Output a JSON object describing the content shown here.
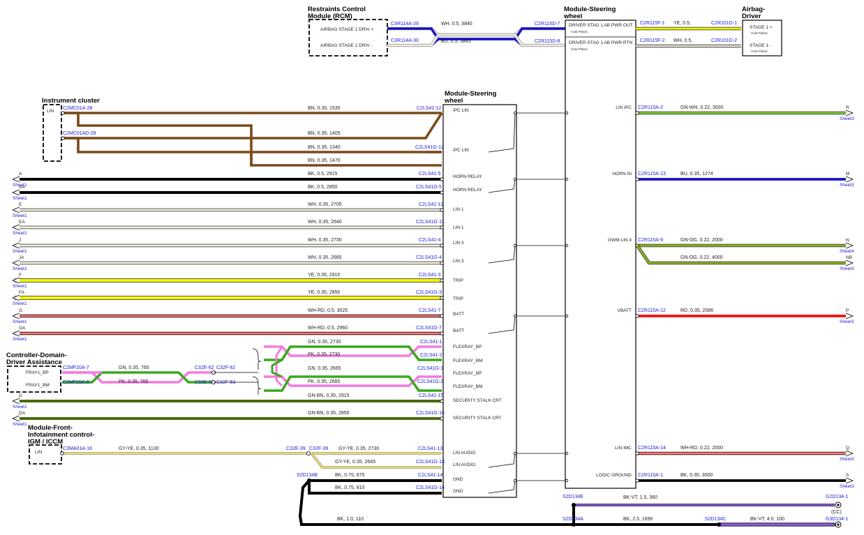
{
  "modules": {
    "rcm": {
      "title": [
        "Restraints Control",
        "Module (RCM)"
      ],
      "pins": [
        "AIRBAG STAGE 1 DRIV +",
        "AIRBAG STAGE 1 DRIV -"
      ]
    },
    "msw_top": {
      "title": [
        "Module-Steering",
        "wheel"
      ],
      "pins": [
        "DRIVER STAG 1 AB PWR OUT",
        "DRIVER STAG 1 AB PWR RTN"
      ],
      "plated": "Gold Plated"
    },
    "airbag": {
      "title": [
        "Airbag-",
        "Driver"
      ],
      "pins": [
        "STAGE 1 +",
        "STAGE 1 -"
      ],
      "plated": "Gold Plated"
    },
    "ipc": {
      "title": "Instrument cluster",
      "pin": "LIN"
    },
    "msw_main": {
      "title": [
        "Module-Steering",
        "wheel"
      ]
    },
    "cdda": {
      "title": [
        "Controller-Domain-",
        "Driver Assistance"
      ],
      "pins": [
        "FRAY1_BP",
        "FRAY1_BM"
      ]
    },
    "igm": {
      "title": [
        "Module-Front-",
        "Infotainment control-",
        "IGM / ICCM"
      ],
      "pin": "LIN"
    }
  },
  "top_wires": [
    {
      "from": "C3R114A-29",
      "to": "C2R115D-7",
      "label": "WH,  0.5,  3845",
      "color": "#f4f0e2"
    },
    {
      "from": "C3R114A-30",
      "to": "C2R115D-8",
      "label": "BU,  0.5,  3845",
      "color": "#1515c8"
    }
  ],
  "airbag_wires": [
    {
      "from": "C2R115F-1",
      "to": "C2R101D-1",
      "label": "YE,  0.5,",
      "color": "#f5f500"
    },
    {
      "from": "C2R115F-2",
      "to": "C2R101D-2",
      "label": "WH,  0.5,",
      "color": "#f4f0e2"
    }
  ],
  "ipc_wires": {
    "pins": [
      "C2MC01A-28",
      "C2MC01AD-28"
    ],
    "labels": [
      "BN,  0.35,  1535",
      "BN,  0.35,  1405",
      "BN,  0.35,  1340",
      "BN,  0.35,  1470"
    ],
    "ends": [
      "C2LS41-12",
      "C2LS41G-12"
    ],
    "color": "#7a4a1a"
  },
  "left_wires": [
    {
      "letter": "A",
      "label": "BK,  0.5,  2915",
      "end": "C2LS41-5",
      "color": "#000000",
      "w": 4
    },
    {
      "letter": "AA",
      "label": "BK,  0.5,  2850",
      "end": "C2LS41G-5",
      "color": "#000000",
      "w": 4
    },
    {
      "letter": "E",
      "label": "WH,  0.35,  2705",
      "end": "C2LS41-11",
      "color": "#f4f0e2",
      "w": 3
    },
    {
      "letter": "EA",
      "label": "WH,  0.35,  2640",
      "end": "C2LS41G-11",
      "color": "#f9f7e6",
      "w": 3
    },
    {
      "letter": "J",
      "label": "WH,  0.35,  2730",
      "end": "C2LS41-4",
      "color": "#f4f0e2",
      "w": 3
    },
    {
      "letter": "JA",
      "label": "WH,  0.35,  2665",
      "end": "C2LS41G-4",
      "color": "#f4f0e2",
      "w": 3
    },
    {
      "letter": "F",
      "label": "YE,  0.35,  2915",
      "end": "C2LS41-3",
      "color": "#f5f500",
      "w": 4
    },
    {
      "letter": "FA",
      "label": "YE,  0.35,  2850",
      "end": "C2LS41G-3",
      "color": "#f5f500",
      "w": 4
    },
    {
      "letter": "G",
      "label": "WH-RD,  0.5,  3025",
      "end": "C2LS41-7",
      "color": "#d81010",
      "w": 3
    },
    {
      "letter": "GA",
      "label": "WH-RD,  0.5,  2960",
      "end": "C2LS41G-7",
      "color": "#d81010",
      "w": 3
    },
    {
      "letter": "D",
      "label": "GN-BN,  0.35,  2915",
      "end": "C2LS41-15",
      "color": "#4a6a10",
      "w": 4
    },
    {
      "letter": "DA",
      "label": "GN-BN,  0.35,  2850",
      "end": "C2LS41G-15",
      "color": "#4a6a10",
      "w": 4
    }
  ],
  "sheet_label": "Sheet1",
  "flex_wires": {
    "labels": [
      "GN,  0.35,  2730",
      "PK,  0.35,  2730",
      "GN,  0.35,  2665",
      "PK,  0.35,  2665"
    ],
    "ends": [
      "C2LS41-1",
      "C2LS41-2",
      "C2LS41G-1",
      "C2LS41G-2"
    ],
    "cdda_pins": [
      "C2MF20A-7",
      "C2MF20A-8"
    ],
    "cdda_labels": [
      "GN,  0.35,  765",
      "PK,  0.35,  765"
    ],
    "splices": [
      "C32E-62",
      "C32F-62",
      "C32E-63",
      "C32F-63"
    ]
  },
  "msw_signals": [
    "IPC LIN",
    "IPC LIN",
    "HORN RELAY",
    "HORN RELAY",
    "LIN 1",
    "LIN 1",
    "LIN 3",
    "LIN 3",
    "TRIP",
    "TRIP",
    "BATT",
    "BATT",
    "FLEXRAY_BP",
    "FLEXRAY_BM",
    "FLEXRAY_BP",
    "FLEXRAY_BM",
    "SECURITY STALK CRT",
    "SECURITY STALK CRT",
    "LIN AUDIO",
    "LIN AUDIO",
    "GND",
    "GND"
  ],
  "audio_wires": {
    "pin": "C3MA01A-18",
    "label": "GY-YE,  0.35,  1130",
    "splices": [
      "C32E-39",
      "C32F-39"
    ],
    "labels": [
      "GY-YE,  0.35,  2730",
      "GY-YE,  0.35,  2665"
    ],
    "ends": [
      "C2LS41-13",
      "C2LS41G-13"
    ]
  },
  "gnd_wires": {
    "splice": "S2D134B",
    "labels": [
      "BK,  0.75,  875",
      "BK,  0.75,  810"
    ],
    "ends": [
      "C2LS41-14",
      "C2LS41G-14"
    ]
  },
  "right_wires": [
    {
      "signal": "LIN IPC",
      "pin": "C2R115A-2",
      "label": "GN-WH,  0.22,  3000",
      "letter": "R",
      "sheet": "Sheet3",
      "color": "#7ac83a"
    },
    {
      "signal": "HORN IN",
      "pin": "C2R115A-13",
      "label": "BU,  0.35,  1274",
      "letter": "M",
      "sheet": "Sheet3",
      "color": "#1515c8"
    },
    {
      "signal": "GWM LIN 4",
      "pin": "C2R115A-9",
      "label": "GN-OG,  0.22,  2000",
      "letter": "N",
      "sheet": "Sheet4",
      "color": "#8ab020"
    },
    {
      "signal": "",
      "pin": "",
      "label": "GN-OG,  0.22,  4000",
      "letter": "NB",
      "sheet": "Sheet3",
      "color": "#8ab020"
    },
    {
      "signal": "VBATT",
      "pin": "C2R115A-12",
      "label": "RD,  0.35,  2086",
      "letter": "P",
      "sheet": "Sheet3",
      "color": "#ee1111"
    },
    {
      "signal": "LIN IMC",
      "pin": "C2R115A-14",
      "label": "WH-RD,  0.22,  2000",
      "letter": "Q",
      "sheet": "Sheet3",
      "color": "#d81010"
    },
    {
      "signal": "LOGIC GROUND",
      "pin": "C2R115A-1",
      "label": "BK,  0.35,  3000",
      "letter": "S",
      "sheet": "Sheet3",
      "color": "#000000"
    }
  ],
  "bottom": {
    "s2d134e": "S2D134E",
    "label1": "BK-VT,  1.5,  360",
    "g1": "G2D134-1",
    "g1_tag": "(CC)",
    "label_left": "BK,  1.0,  110",
    "s2d134a": "S2D134A",
    "label2": "BK,  2.5,  1690",
    "s2d134c": "S2D134C",
    "label3": "BK-VT,  4.0,  100",
    "g2": "G3D134-1"
  },
  "colors": {
    "pin_blue": "#1a1ad6",
    "brown": "#7a4a1a",
    "pink": "#f47be0",
    "green": "#3aa81e",
    "gy_ye": "#e8e070",
    "violet": "#8a55d8"
  }
}
